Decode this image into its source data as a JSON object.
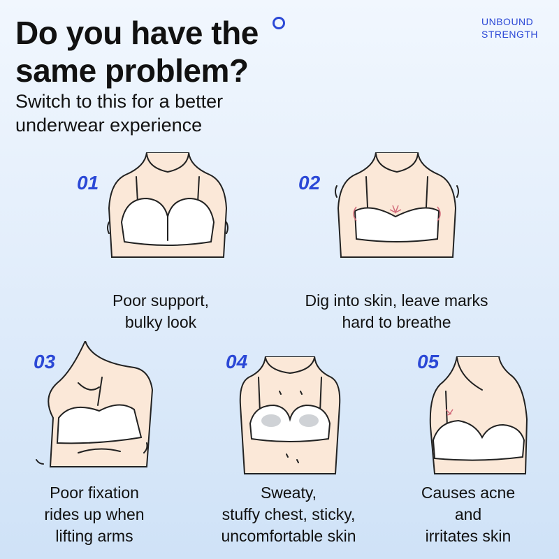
{
  "header": {
    "title_line1": "Do you have the",
    "title_line2": "same problem?",
    "subtitle_line1": "Switch to this for a better",
    "subtitle_line2": "underwear experience"
  },
  "brand": {
    "line1": "UNBOUND",
    "line2": "STRENGTH"
  },
  "items": [
    {
      "num": "01",
      "line1": "Poor support,",
      "line2": "bulky look"
    },
    {
      "num": "02",
      "line1": "Dig into skin, leave marks",
      "line2": "hard to breathe"
    },
    {
      "num": "03",
      "line1": "Poor fixation",
      "line2": "rides up when",
      "line3": "lifting arms"
    },
    {
      "num": "04",
      "line1": "Sweaty,",
      "line2": "stuffy chest, sticky,",
      "line3": "uncomfortable skin"
    },
    {
      "num": "05",
      "line1": "Causes acne",
      "line2": "and",
      "line3": "irritates skin"
    }
  ],
  "colors": {
    "accent": "#2b48d6",
    "skin": "#fbe8d8",
    "background": "#e3eefb"
  }
}
